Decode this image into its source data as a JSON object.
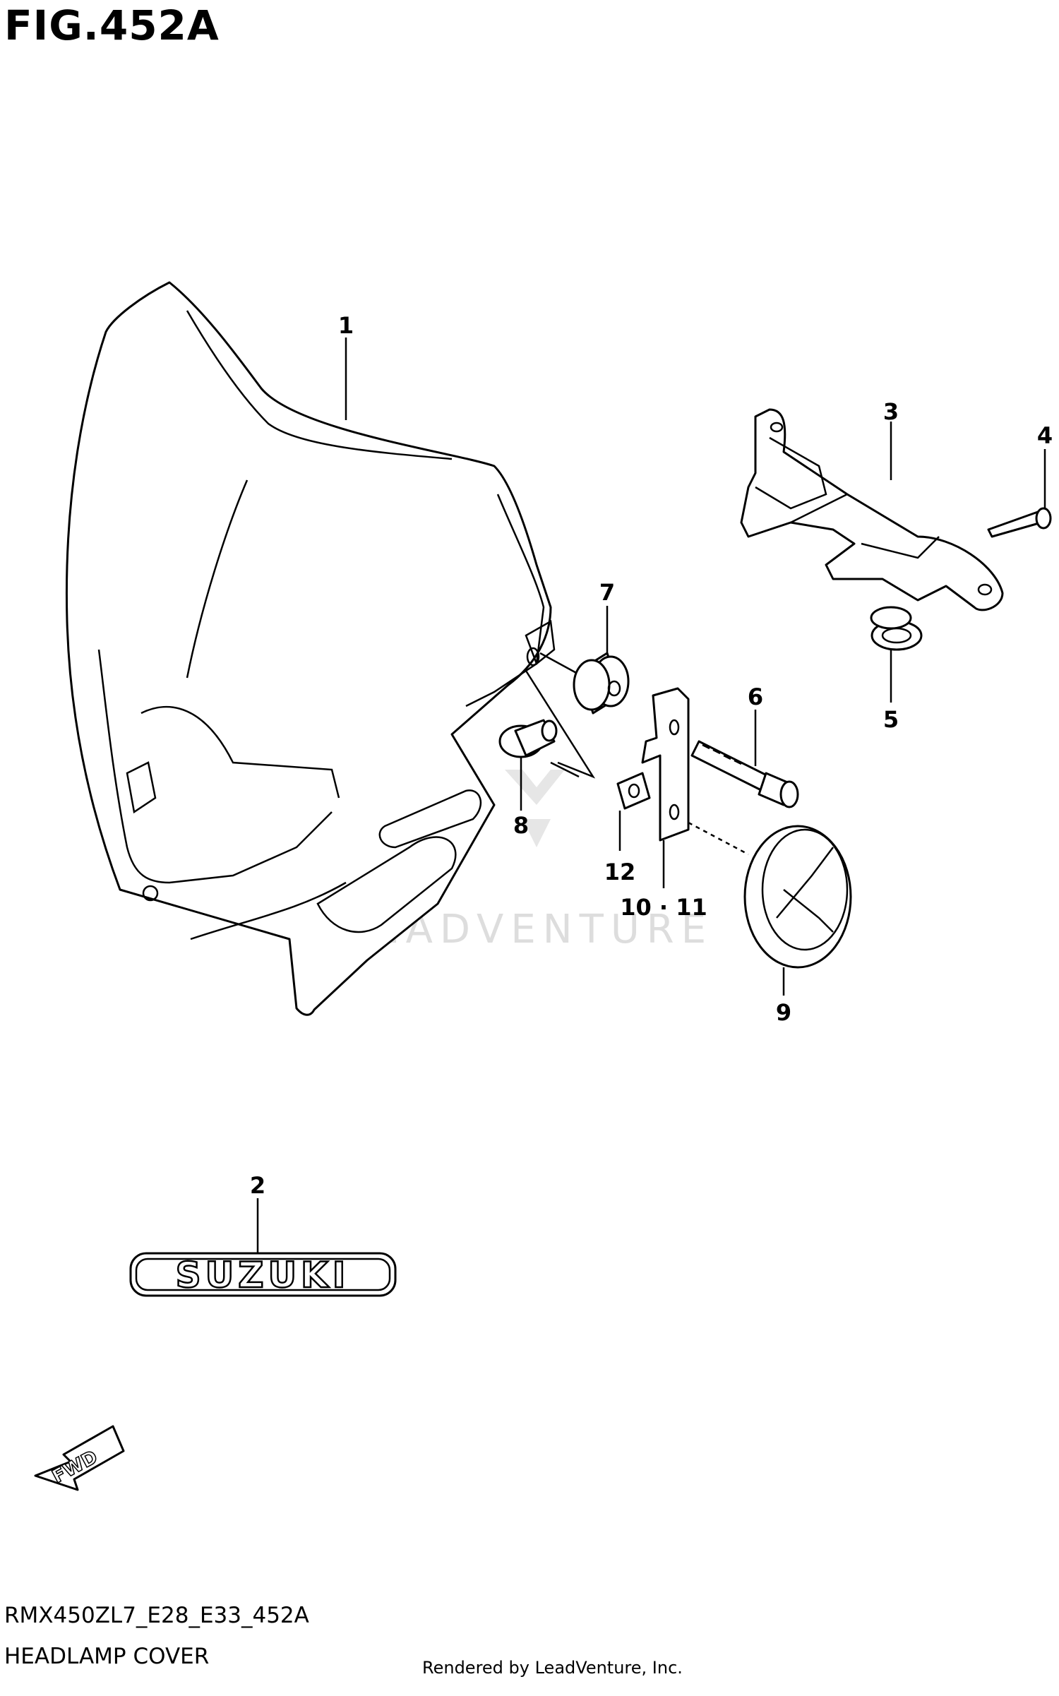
{
  "figure": {
    "title": "FIG.452A",
    "code": "RMX450ZL7_E28_E33_452A",
    "caption": "HEADLAMP COVER",
    "credit": "Rendered by LeadVenture, Inc.",
    "watermark": "LEADVENTURE"
  },
  "callouts": [
    "1",
    "2",
    "3",
    "4",
    "5",
    "6",
    "7",
    "8",
    "9",
    "10 · 11",
    "12"
  ],
  "emblem_text": "SUZUKI",
  "direction_label": "FWD"
}
